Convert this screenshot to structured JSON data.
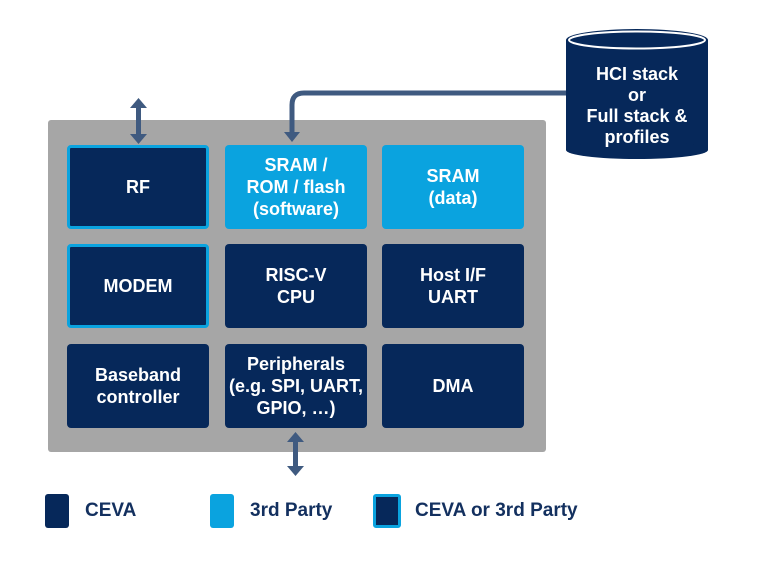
{
  "colors": {
    "ceva": "#06285a",
    "third_party": "#0aa3df",
    "chip_background": "#a6a6a6",
    "arrow": "#3f5a80"
  },
  "blocks": {
    "rf": {
      "label": "RF",
      "owner": "CEVA or 3rd Party"
    },
    "sram_rom": {
      "label": "SRAM /\nROM / flash\n(software)",
      "owner": "3rd Party"
    },
    "sram_data": {
      "label": "SRAM\n(data)",
      "owner": "3rd Party"
    },
    "modem": {
      "label": "MODEM",
      "owner": "CEVA or 3rd Party"
    },
    "riscv_cpu": {
      "label": "RISC-V\nCPU",
      "owner": "CEVA"
    },
    "host_if": {
      "label": "Host I/F\nUART",
      "owner": "CEVA"
    },
    "baseband": {
      "label": "Baseband\ncontroller",
      "owner": "CEVA"
    },
    "peripherals": {
      "label": "Peripherals\n(e.g. SPI, UART,\nGPIO, …)",
      "owner": "CEVA"
    },
    "dma": {
      "label": "DMA",
      "owner": "CEVA"
    }
  },
  "software_stack": {
    "label": "HCI stack\nor\nFull stack &\nprofiles"
  },
  "legend": [
    {
      "label": "CEVA"
    },
    {
      "label": "3rd Party"
    },
    {
      "label": "CEVA or 3rd Party"
    }
  ]
}
